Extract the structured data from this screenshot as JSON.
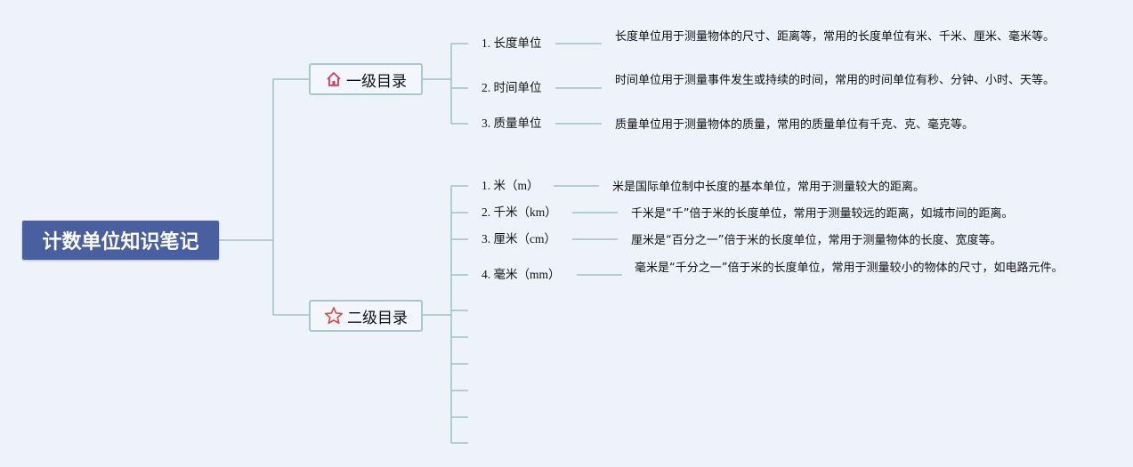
{
  "root": {
    "title": "计数单位知识笔记"
  },
  "branches": [
    {
      "label": "一级目录",
      "icon": "home-icon",
      "icon_color": "#d63a5a",
      "items": [
        {
          "label": "1. 长度单位",
          "desc": "长度单位用于测量物体的尺寸、距离等，常用的长度单位有米、千米、厘米、毫米等。"
        },
        {
          "label": "2. 时间单位",
          "desc": "时间单位用于测量事件发生或持续的时间，常用的时间单位有秒、分钟、小时、天等。"
        },
        {
          "label": "3. 质量单位",
          "desc": "质量单位用于测量物体的质量，常用的质量单位有千克、克、毫克等。"
        }
      ]
    },
    {
      "label": "二级目录",
      "icon": "star-icon",
      "icon_color": "#e04a3a",
      "items": [
        {
          "label": "1. 米（m）",
          "desc": "米是国际单位制中长度的基本单位，常用于测量较大的距离。"
        },
        {
          "label": "2. 千米（km）",
          "desc": "千米是“千”倍于米的长度单位，常用于测量较远的距离，如城市间的距离。"
        },
        {
          "label": "3. 厘米（cm）",
          "desc": "厘米是“百分之一”倍于米的长度单位，常用于测量物体的长度、宽度等。"
        },
        {
          "label": "4. 毫米（mm）",
          "desc": "毫米是“千分之一”倍于米的长度单位，常用于测量较小的物体的尺寸，如电路元件。"
        },
        {
          "label": "",
          "desc": ""
        },
        {
          "label": "",
          "desc": ""
        },
        {
          "label": "",
          "desc": ""
        },
        {
          "label": "",
          "desc": ""
        },
        {
          "label": "",
          "desc": ""
        }
      ]
    }
  ],
  "colors": {
    "connector": "#8fb8bf",
    "root_bg": "#4a5fa0",
    "background": "#eef2fa"
  }
}
